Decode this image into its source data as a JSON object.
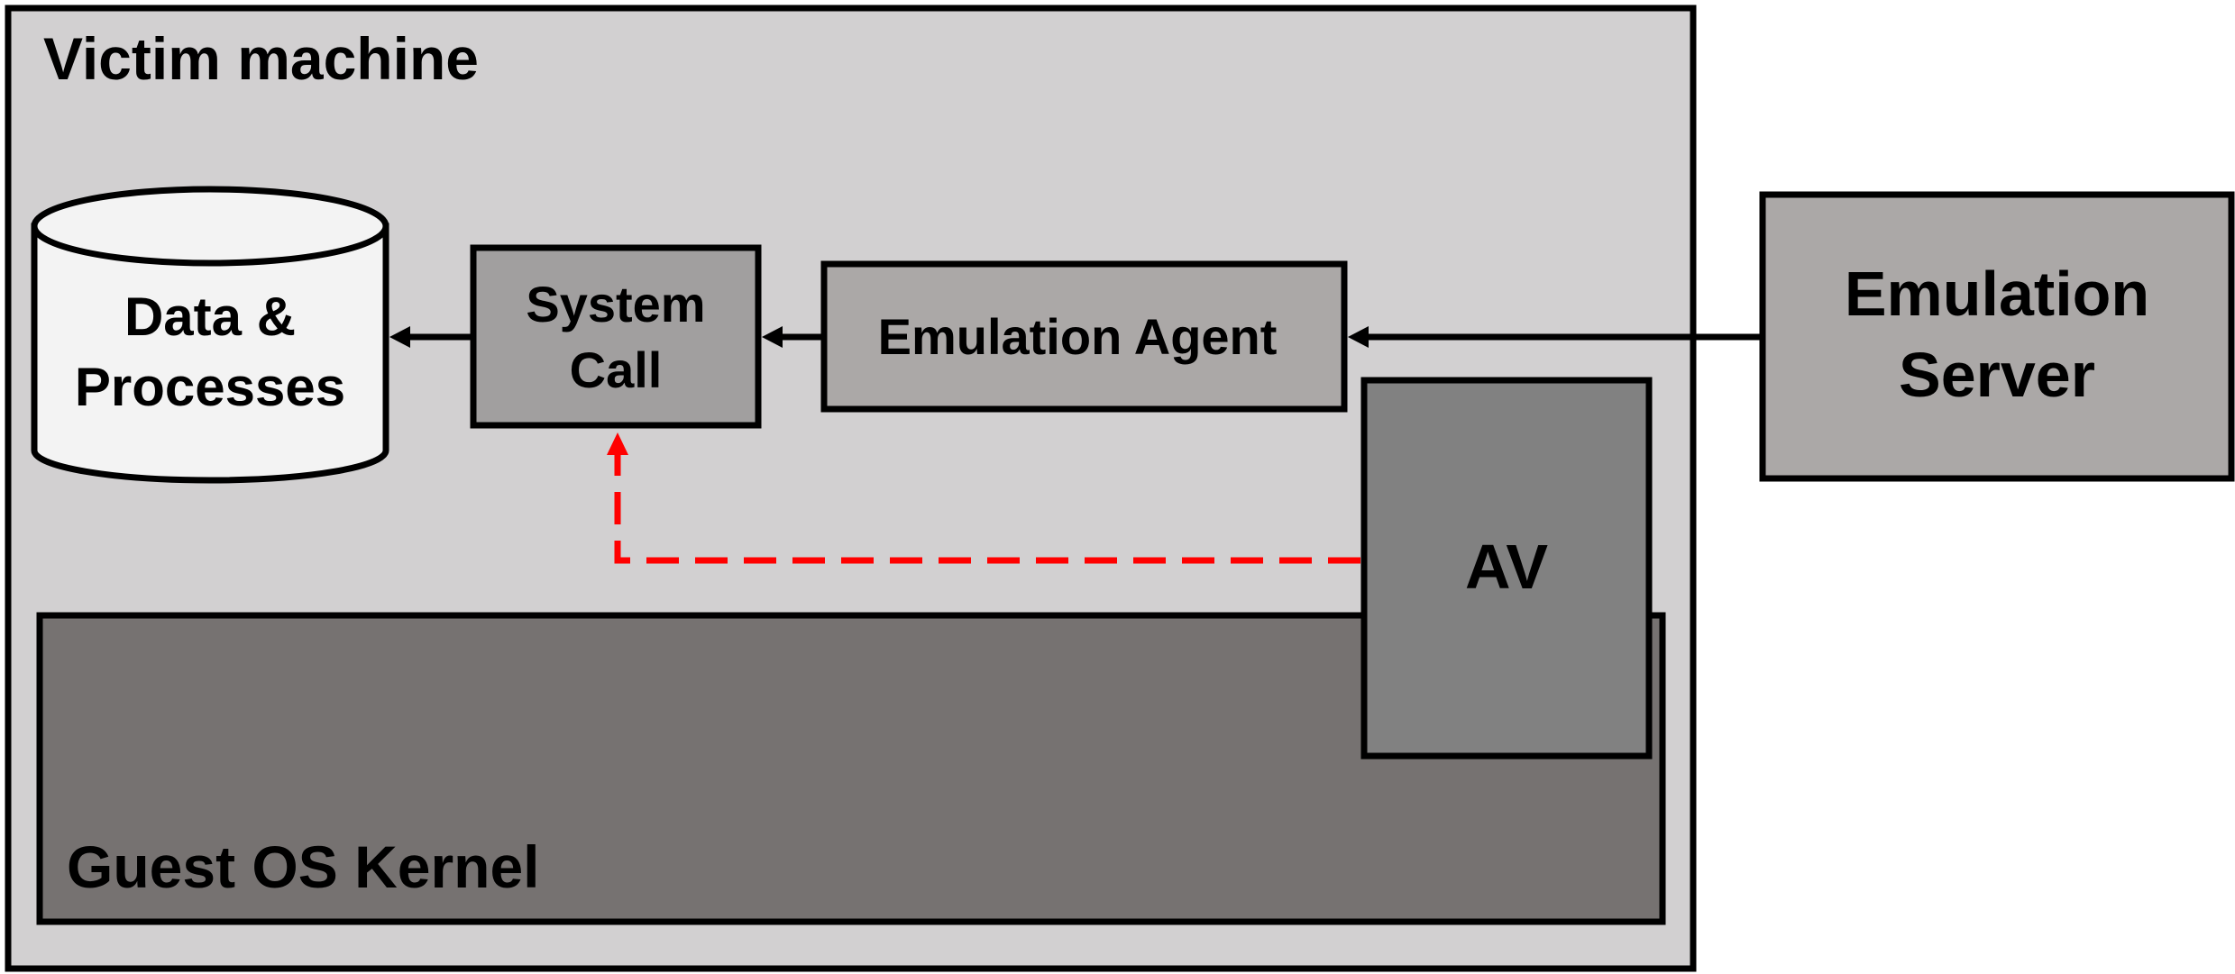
{
  "victim_machine": {
    "title": "Victim machine"
  },
  "nodes": {
    "data_processes": {
      "line1": "Data &",
      "line2": "Processes"
    },
    "system_call": {
      "line1": "System",
      "line2": "Call"
    },
    "emulation_agent": {
      "label": "Emulation Agent"
    },
    "emulation_server": {
      "line1": "Emulation",
      "line2": "Server"
    },
    "av": {
      "label": "AV"
    },
    "kernel": {
      "label": "Guest OS Kernel"
    }
  },
  "colors": {
    "machine_bg": "#d2d0d1",
    "cylinder_fill": "#f3f3f3",
    "system_call_fill": "#a19f9f",
    "agent_fill": "#aba8a7",
    "server_fill": "#aba8a7",
    "kernel_fill": "#767271",
    "av_fill": "#818181",
    "stroke": "#000000",
    "av_link": "#ff0000"
  },
  "edges": [
    {
      "from": "emulation_server",
      "to": "emulation_agent",
      "style": "solid"
    },
    {
      "from": "emulation_agent",
      "to": "system_call",
      "style": "solid"
    },
    {
      "from": "system_call",
      "to": "data_processes",
      "style": "solid"
    },
    {
      "from": "av",
      "to": "system_call",
      "style": "dashed"
    }
  ]
}
